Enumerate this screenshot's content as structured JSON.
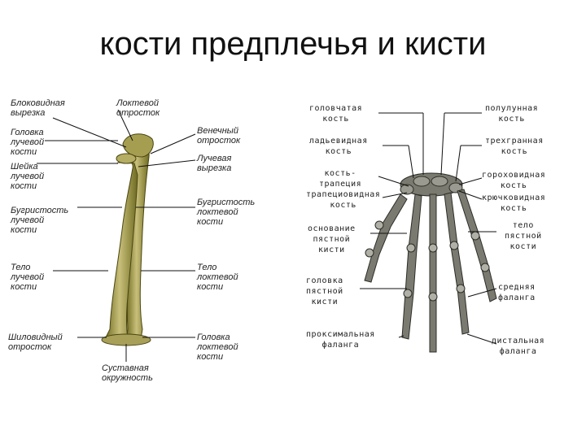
{
  "title": "кости предплечья и кисти",
  "forearm": {
    "left_labels": [
      [
        "Блоковидная",
        "вырезка"
      ],
      [
        "Головка",
        "лучевой",
        "кости"
      ],
      [
        "Шейка",
        "лучевой",
        "кости"
      ],
      [
        "Бугристость",
        "лучевой",
        "кости"
      ],
      [
        "Тело",
        "лучевой",
        "кости"
      ],
      [
        "Шиловидный",
        "отросток"
      ]
    ],
    "right_labels": [
      [
        "Локтевой",
        "отросток"
      ],
      [
        "Венечный",
        "отросток"
      ],
      [
        "Лучевая",
        "вырезка"
      ],
      [
        "Бугристость",
        "локтевой",
        "кости"
      ],
      [
        "Тело",
        "локтевой",
        "кости"
      ],
      [
        "Головка",
        "локтевой",
        "кости"
      ]
    ],
    "bottom_label": [
      "Суставная",
      "окружность"
    ]
  },
  "hand": {
    "left_labels": [
      [
        "головчатая",
        "кость"
      ],
      [
        "ладьевидная",
        "кость"
      ],
      [
        "кость-",
        "трапеция"
      ],
      [
        "трапециовидная",
        "кость"
      ],
      [
        "основание",
        "пястной",
        "кисти"
      ],
      [
        "головка",
        "пястной",
        "кисти"
      ],
      [
        "проксимальная",
        "фаланга"
      ]
    ],
    "right_labels": [
      [
        "полулунная",
        "кость"
      ],
      [
        "трехгранная",
        "кость"
      ],
      [
        "гороховидная",
        "кость"
      ],
      [
        "крючковидная",
        "кость"
      ],
      [
        "тело",
        "пястной",
        "кости"
      ],
      [
        "средняя",
        "фаланга"
      ],
      [
        "дистальная",
        "фаланга"
      ]
    ]
  },
  "colors": {
    "bone": "#8f8a3c",
    "bone_light": "#c9c27a",
    "hand_bone": "#6e6e66"
  }
}
